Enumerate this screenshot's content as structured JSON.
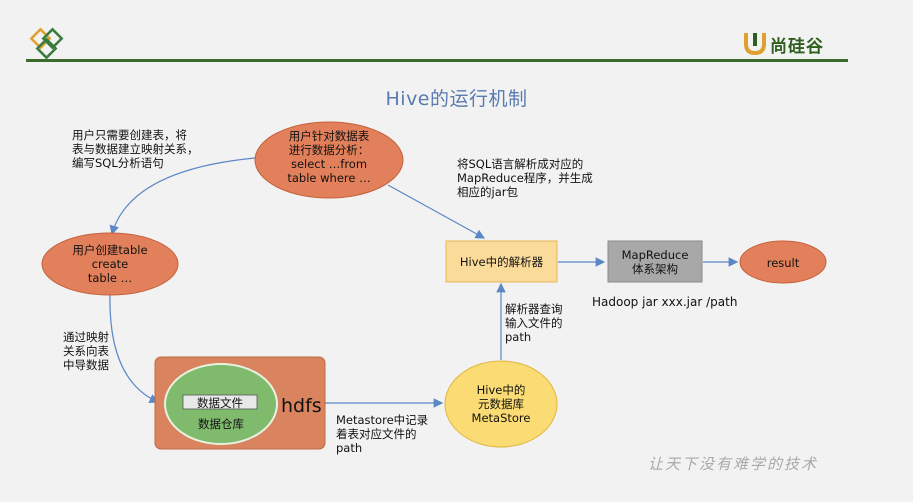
{
  "title": "Hive的运行机制",
  "brand": {
    "name": "尚硅谷",
    "color": "#2e5e1e"
  },
  "colors": {
    "ellipse_fill": "#e2805b",
    "hive_parser_fill": "#fbdb9a",
    "mapreduce_fill": "#a8a8a8",
    "hdfs_box_fill": "#d9835f",
    "warehouse_fill": "#7fba6d",
    "metastore_fill": "#fbdb73",
    "arrow": "#5b87c5"
  },
  "nodes": {
    "user_query": "用户针对数据表\n进行数据分析：\nselect …from\ntable where …",
    "user_create": "用户创建table\ncreate\ntable …",
    "hive_parser": "Hive中的解析器",
    "mapreduce": "MapReduce\n体系架构",
    "result": "result",
    "metastore": "Hive中的\n元数据库\nMetaStore",
    "data_file": "数据文件",
    "warehouse": "数据仓库",
    "hdfs": "hdfs"
  },
  "annotations": {
    "create_table_note": "用户只需要创建表，将\n表与数据建立映射关系，\n编写SQL分析语句",
    "parse_note": "将SQL语言解析成对应的\nMapReduce程序，并生成\n相应的jar包",
    "hadoop_cmd": "Hadoop jar xxx.jar /path",
    "map_note": "通过映射\n关系向表\n中导数据",
    "parser_query_note": "解析器查询\n输入文件的\npath",
    "metastore_note": "Metastore中记录\n着表对应文件的\npath"
  },
  "watermark": "让天下没有难学的技术"
}
